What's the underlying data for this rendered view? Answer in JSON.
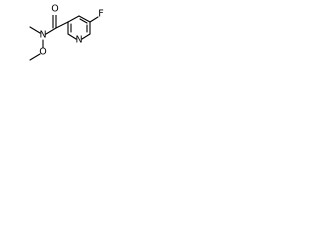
{
  "molecule": {
    "atoms": {
      "oxygen_carbonyl": "O",
      "nitrogen_amide": "N",
      "oxygen_methoxy": "O",
      "nitrogen_ring": "N",
      "fluorine": "F"
    }
  }
}
